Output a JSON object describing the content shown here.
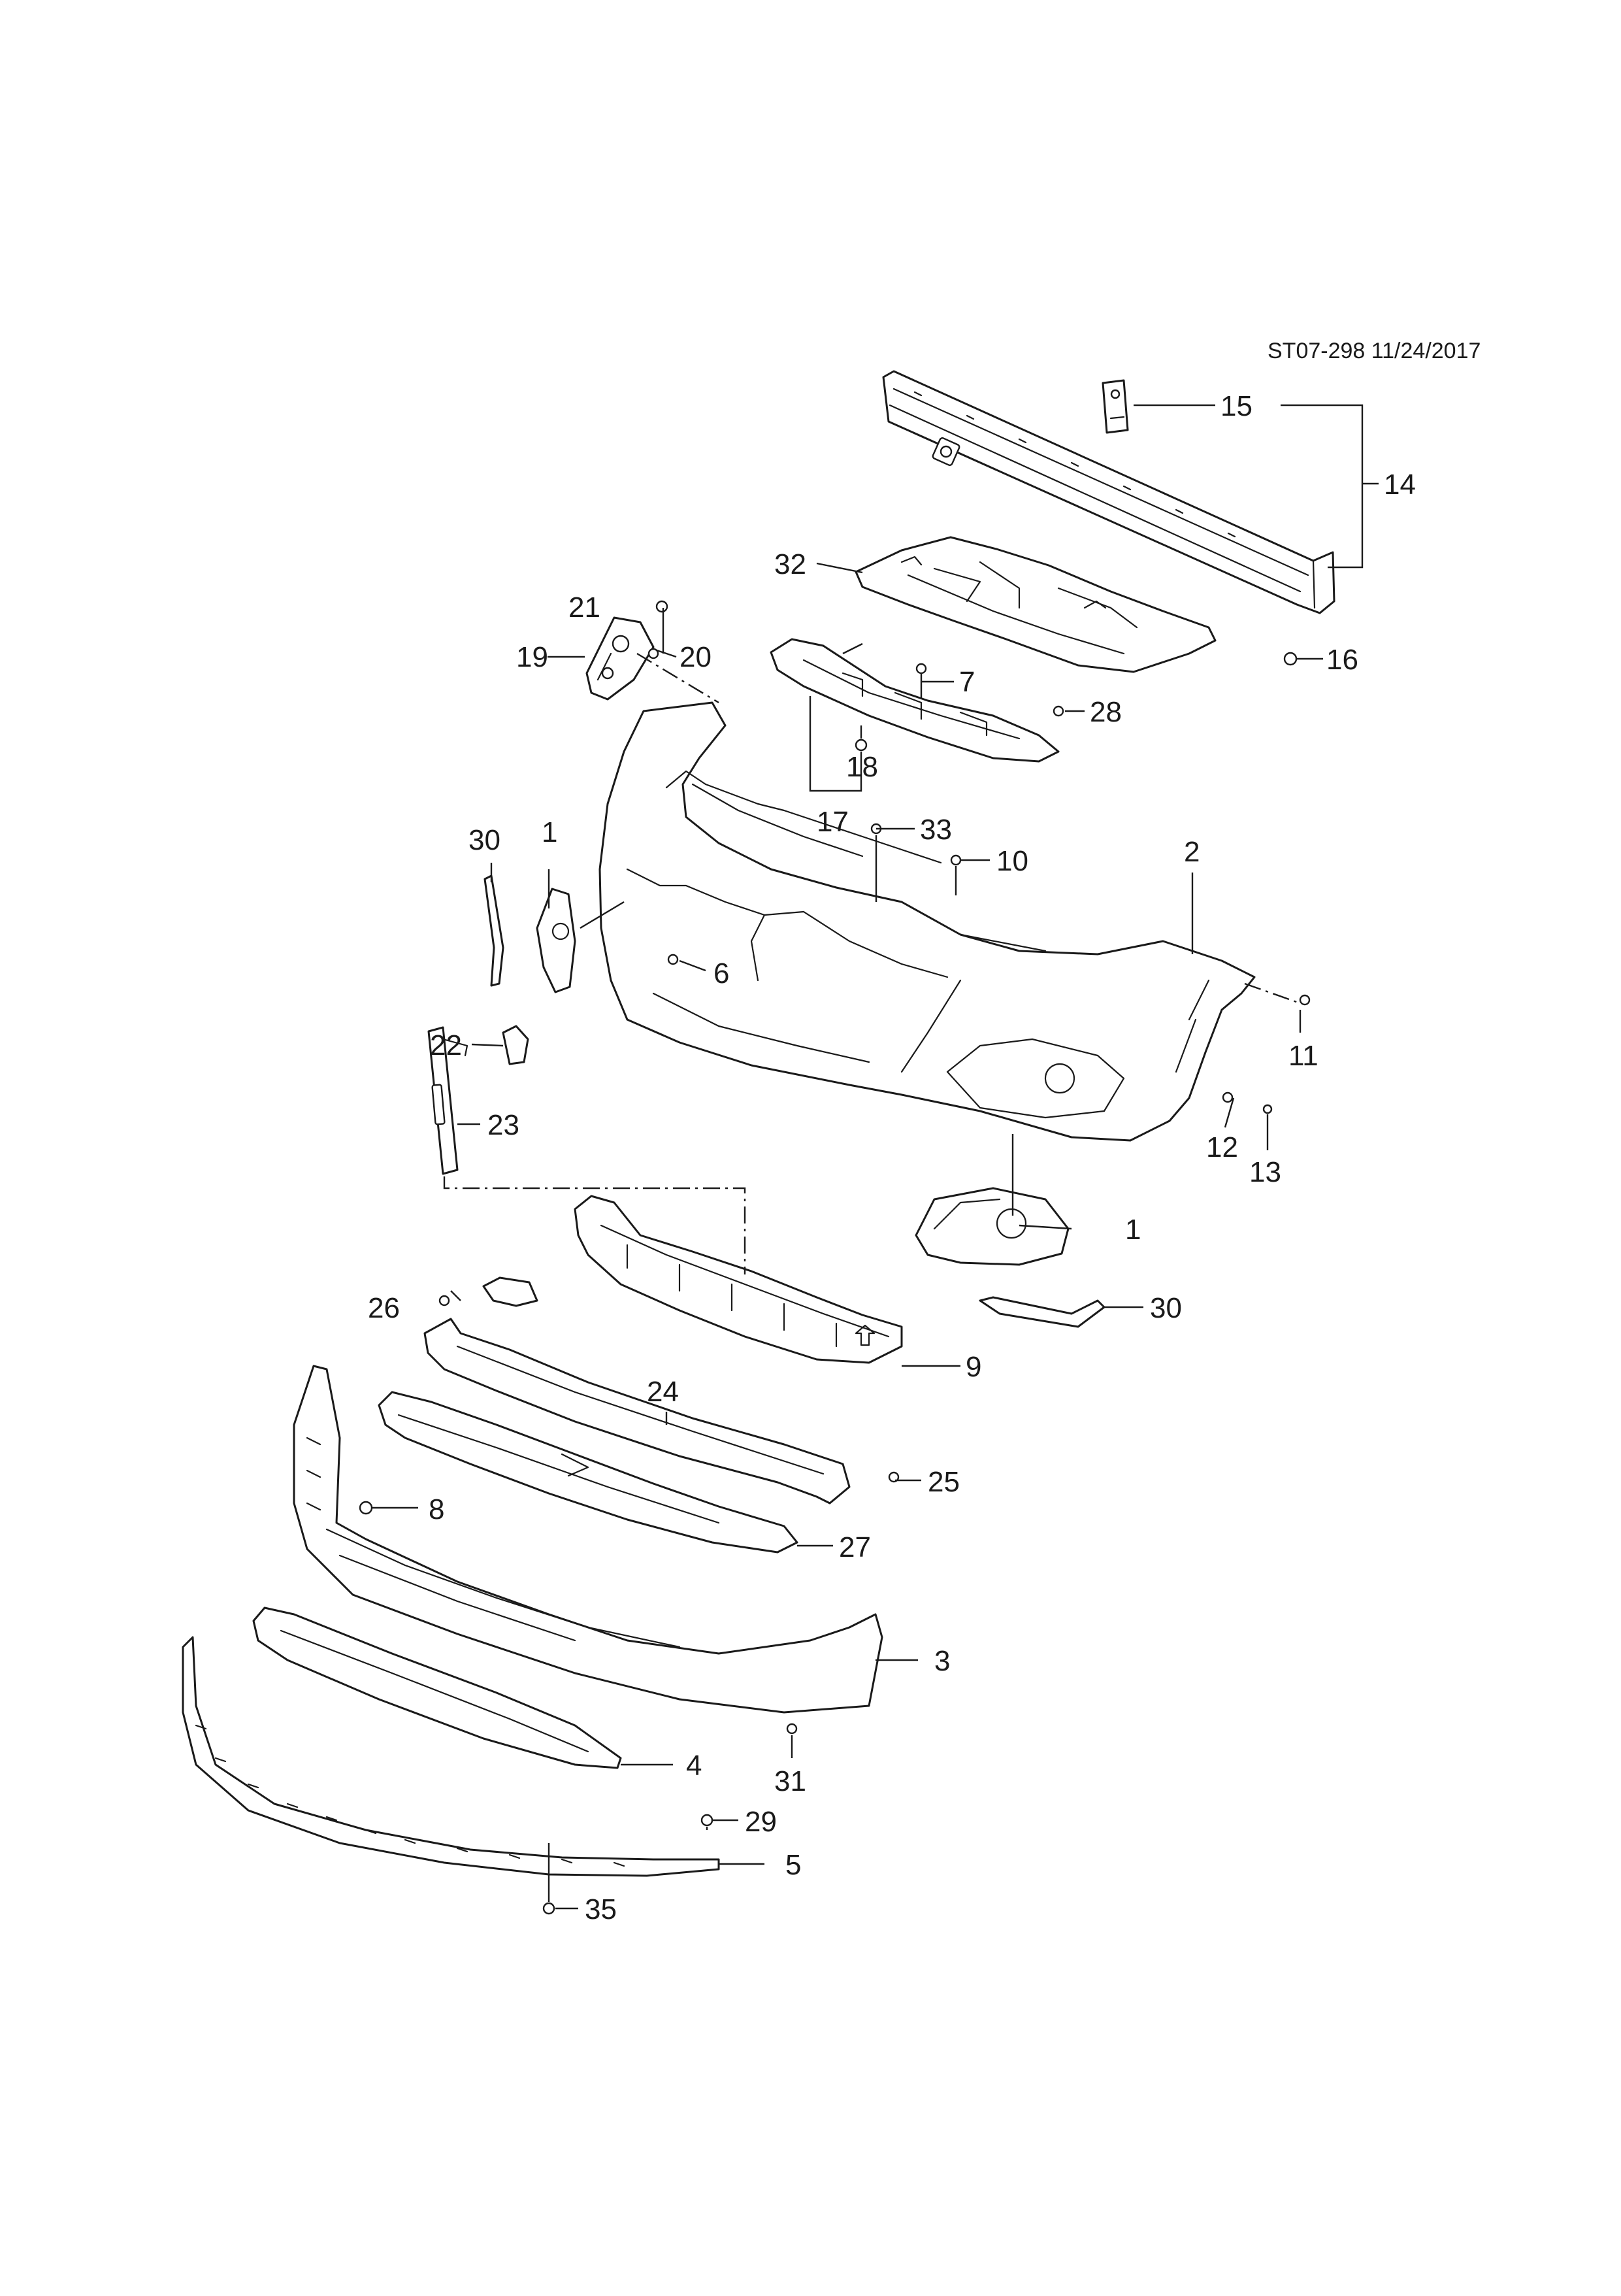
{
  "header": {
    "doc_ref": "ST07-298 11/24/2017"
  },
  "callouts": {
    "c1a": "1",
    "c1b": "1",
    "c2": "2",
    "c3": "3",
    "c4": "4",
    "c5": "5",
    "c6": "6",
    "c7": "7",
    "c8": "8",
    "c9": "9",
    "c10": "10",
    "c11": "11",
    "c12": "12",
    "c13": "13",
    "c14": "14",
    "c15": "15",
    "c16": "16",
    "c17": "17",
    "c18": "18",
    "c19": "19",
    "c20": "20",
    "c21": "21",
    "c22": "22",
    "c23": "23",
    "c24": "24",
    "c25": "25",
    "c26": "26",
    "c27": "27",
    "c28": "28",
    "c29": "29",
    "c30a": "30",
    "c30b": "30",
    "c31": "31",
    "c32": "32",
    "c33": "33",
    "c35": "35"
  }
}
